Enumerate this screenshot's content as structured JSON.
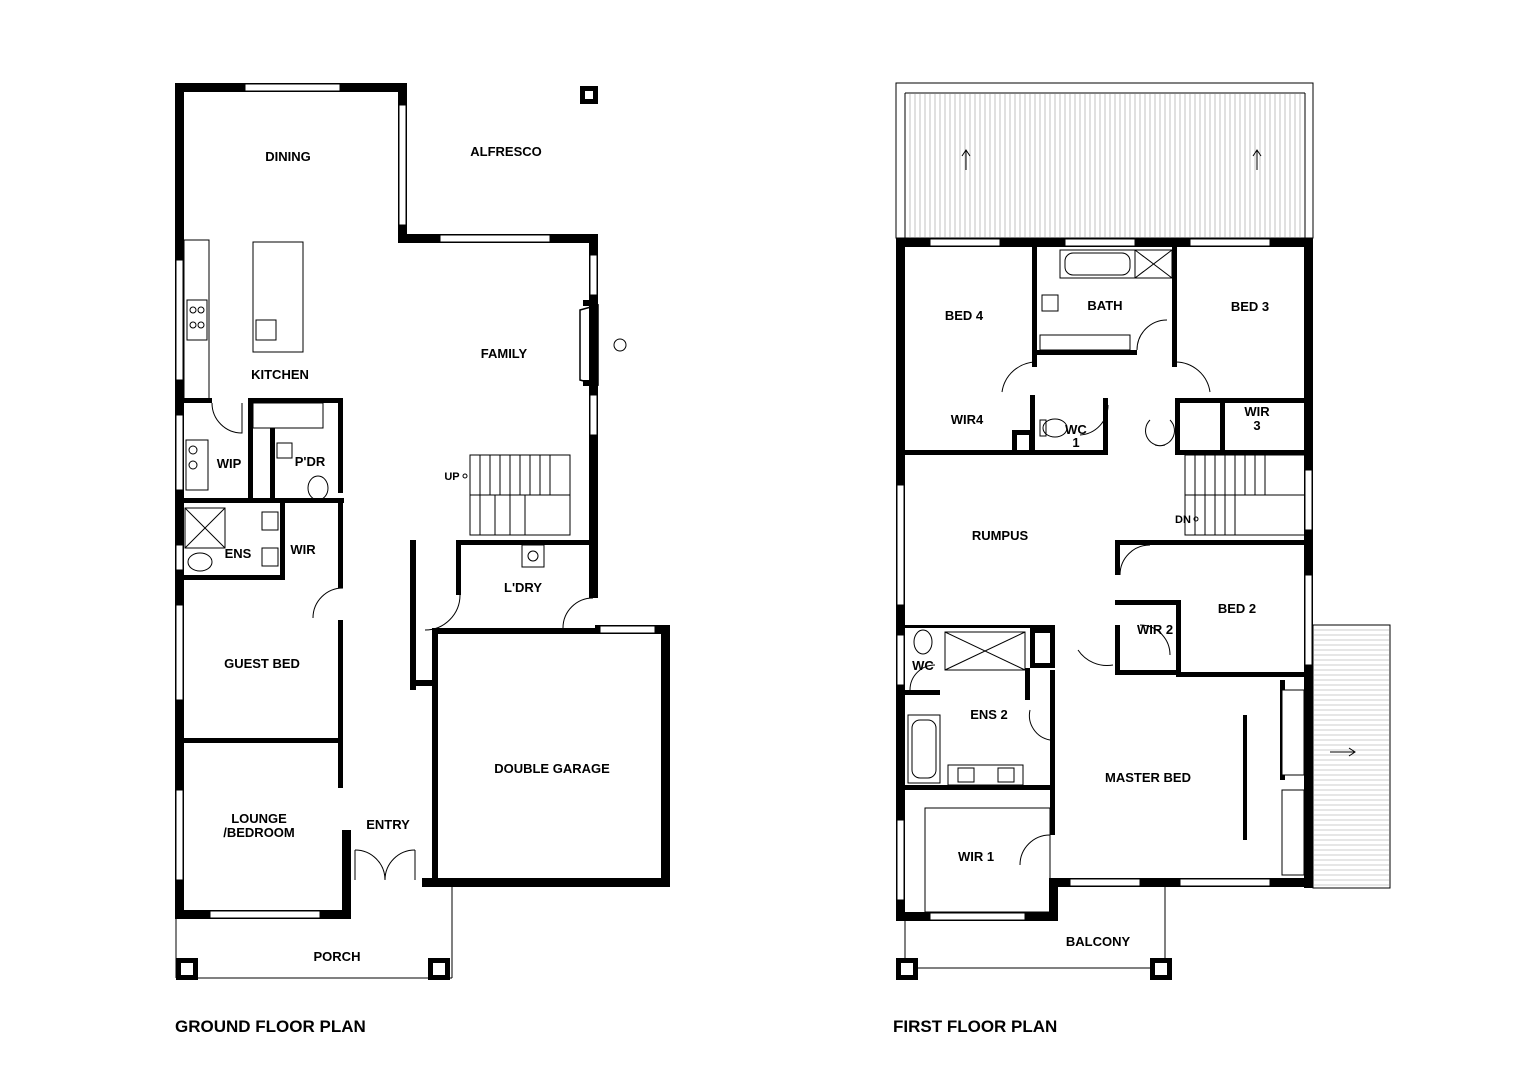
{
  "plans": [
    {
      "caption": "GROUND FLOOR PLAN",
      "rooms": {
        "dining": "DINING",
        "alfresco": "ALFRESCO",
        "kitchen": "KITCHEN",
        "family": "FAMILY",
        "wip": "WIP",
        "pdr": "P'DR",
        "ens": "ENS",
        "wir": "WIR",
        "laundry": "L'DRY",
        "guest_bed": "GUEST BED",
        "double_garage": "DOUBLE GARAGE",
        "lounge_line1": "LOUNGE",
        "lounge_line2": "/BEDROOM",
        "entry": "ENTRY",
        "porch": "PORCH"
      },
      "stair_label": "UP"
    },
    {
      "caption": "FIRST FLOOR PLAN",
      "rooms": {
        "bed4": "BED 4",
        "bath": "BATH",
        "bed3": "BED 3",
        "wir4": "WIR4",
        "wc1_line1": "WC",
        "wc1_line2": "1",
        "wir3_line1": "WIR",
        "wir3_line2": "3",
        "rumpus": "RUMPUS",
        "bed2": "BED 2",
        "wir2": "WIR 2",
        "wc": "WC",
        "ens2": "ENS 2",
        "master_bed": "MASTER BED",
        "wir1": "WIR 1",
        "balcony": "BALCONY"
      },
      "stair_label": "DN"
    }
  ]
}
